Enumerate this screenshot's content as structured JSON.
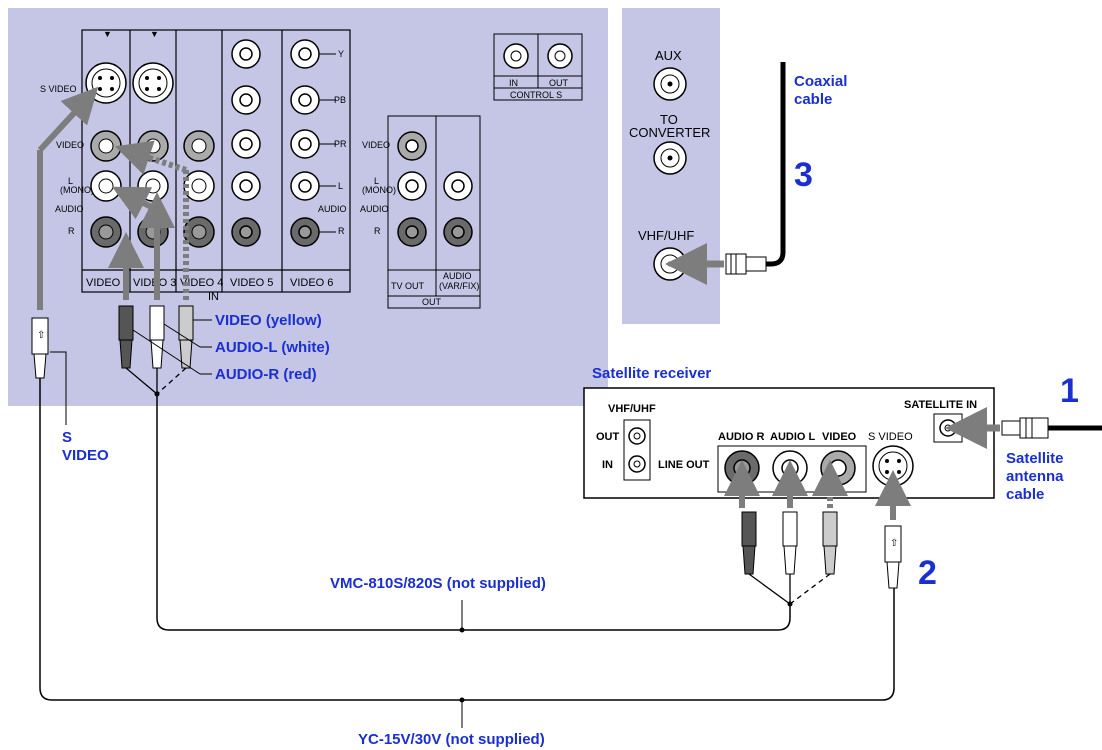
{
  "colors": {
    "panel": "#c5c6e6",
    "label_blue": "#1a2fd0",
    "arrow_gray": "#7d7d7d",
    "cable_black": "#000000"
  },
  "tv_panel": {
    "s_video_label": "S VIDEO",
    "video_label": "VIDEO",
    "l_label": "L",
    "mono_label": "(MONO)",
    "audio_label": "AUDIO",
    "r_label": "R",
    "y_label": "Y",
    "pb_label": "PB",
    "pr_label": "PR",
    "input_columns": [
      "VIDEO 1",
      "VIDEO 3",
      "VIDEO 4",
      "VIDEO 5",
      "VIDEO 6"
    ],
    "in_label": "IN",
    "control_s": {
      "in": "IN",
      "out": "OUT",
      "title": "CONTROL S"
    },
    "out_section": {
      "video_label": "VIDEO",
      "l_label": "L",
      "mono_label": "(MONO)",
      "audio_label": "AUDIO",
      "r_label": "R",
      "tv_out": "TV OUT",
      "audio_out_1": "AUDIO",
      "audio_out_2": "(VAR/FIX)",
      "out_label": "OUT"
    }
  },
  "antenna_panel": {
    "aux": "AUX",
    "to": "TO",
    "converter": "CONVERTER",
    "vhf_uhf": "VHF/UHF"
  },
  "callouts": {
    "coaxial_1": "Coaxial",
    "coaxial_2": "cable",
    "step3": "3",
    "video_yellow": "VIDEO (yellow)",
    "audio_l_white": "AUDIO-L (white)",
    "audio_r_red": "AUDIO-R (red)",
    "s_video_1": "S",
    "s_video_2": "VIDEO",
    "satellite_receiver": "Satellite receiver",
    "step1": "1",
    "step2": "2",
    "sat_cable_1": "Satellite",
    "sat_cable_2": "antenna",
    "sat_cable_3": "cable",
    "vmc_cable": "VMC-810S/820S (not supplied)",
    "yc_cable": "YC-15V/30V (not supplied)"
  },
  "receiver": {
    "vhf_uhf": "VHF/UHF",
    "out": "OUT",
    "in": "IN",
    "line_out": "LINE OUT",
    "audio_r": "AUDIO R",
    "audio_l": "AUDIO L",
    "video": "VIDEO",
    "s_video": "S VIDEO",
    "satellite_in": "SATELLITE IN"
  }
}
